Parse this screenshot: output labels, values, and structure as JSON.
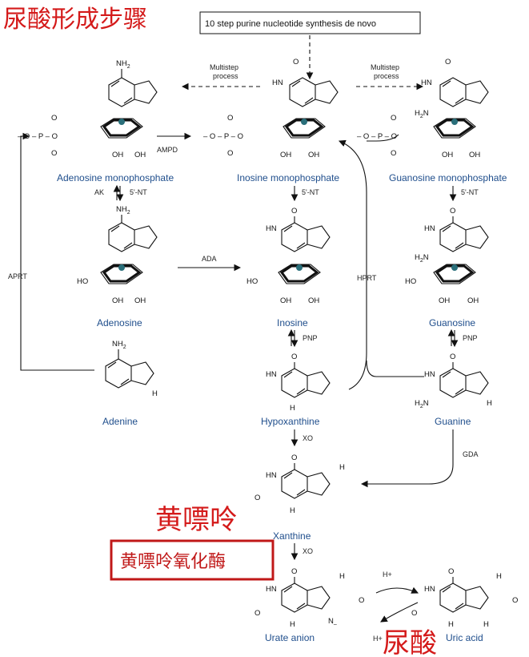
{
  "title_zh": "尿酸形成步骤",
  "header_box": "10 step purine nucleotide synthesis de novo",
  "multistep_left": [
    "Multistep",
    "process"
  ],
  "multistep_right": [
    "Multistep",
    "process"
  ],
  "molecules": {
    "amp": "Adenosine monophosphate",
    "imp": "Inosine monophosphate",
    "gmp": "Guanosine monophosphate",
    "adenosine": "Adenosine",
    "inosine": "Inosine",
    "guanosine": "Guanosine",
    "adenine": "Adenine",
    "hypoxanthine": "Hypoxanthine",
    "guanine": "Guanine",
    "xanthine": "Xanthine",
    "urate_anion": "Urate anion",
    "uric_acid": "Uric acid"
  },
  "enzymes": {
    "ampd": "AMPD",
    "ak": "AK",
    "nt_left": "5'-NT",
    "nt_mid": "5'-NT",
    "nt_right": "5'-NT",
    "ada": "ADA",
    "aprt": "APRT",
    "hprt": "HPRT",
    "pnp_mid": "PNP",
    "pnp_right": "PNP",
    "xo_1": "XO",
    "xo_2": "XO",
    "gda": "GDA"
  },
  "protons": {
    "h_plus_1": "H+",
    "h_plus_2": "H+"
  },
  "annotations_zh": {
    "xanthine": "黄嘌呤",
    "xanthine_oxidase": "黄嘌呤氧化酶",
    "uric_acid": "尿酸"
  },
  "colors": {
    "annotation": "#d41a1a",
    "molecule_label": "#1f4e8c",
    "sugar_ring": "#2a6f7a"
  }
}
